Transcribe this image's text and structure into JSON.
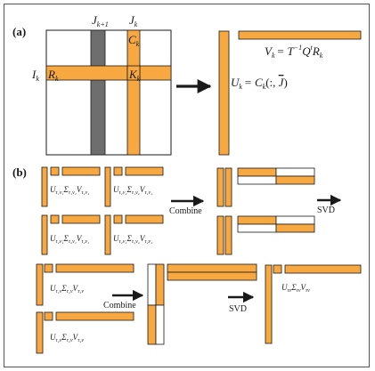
{
  "panel_a": {
    "label": "(a)",
    "col_label_j1": "J",
    "col_label_j1_sub": "k+1",
    "col_label_jk": "J",
    "col_label_jk_sub": "k",
    "cell_label_c": "C",
    "cell_label_c_sub": "k",
    "row_label_i": "I",
    "row_label_i_sub": "k",
    "cell_label_r": "R",
    "cell_label_r_sub": "k",
    "cell_label_k": "K",
    "cell_label_k_sub": "k",
    "eq_v_lhs": "V",
    "eq_v_lhs_sub": "k",
    "eq_v_rhs_t": "= T",
    "eq_v_rhs_t_sup": "−1",
    "eq_v_rhs_q": "Q",
    "eq_v_rhs_q_sup": "t",
    "eq_v_rhs_r": "R",
    "eq_v_rhs_r_sub": "k",
    "eq_u_lhs": "U",
    "eq_u_lhs_sub": "k",
    "eq_u_rhs_c": "= C",
    "eq_u_rhs_c_sub": "k",
    "eq_u_rhs_args": "(:, ",
    "eq_u_rhs_jbar": "J",
    "eq_u_rhs_close": ")"
  },
  "panel_b": {
    "label": "(b)",
    "blocks": [
      {
        "u": "U",
        "u_sub": "τ₁ν₁",
        "s": "Σ",
        "s_sub": "τ₁ν₁",
        "v": "V",
        "v_sub": "τ₁ν₁"
      },
      {
        "u": "U",
        "u_sub": "τ₁ν₂",
        "s": "Σ",
        "s_sub": "τ₁ν₂",
        "v": "V",
        "v_sub": "τ₁ν₂"
      },
      {
        "u": "U",
        "u_sub": "τ₂ν₁",
        "s": "Σ",
        "s_sub": "τ₂ν₁",
        "v": "V",
        "v_sub": "τ₂ν₁"
      },
      {
        "u": "U",
        "u_sub": "τ₂ν₂",
        "s": "Σ",
        "s_sub": "τ₂ν₂",
        "v": "V",
        "v_sub": "τ₂ν₂"
      },
      {
        "u": "U",
        "u_sub": "τ₁ν",
        "s": "Σ",
        "s_sub": "τ₁ν",
        "v": "V",
        "v_sub": "τ₁ν"
      },
      {
        "u": "U",
        "u_sub": "τ₂ν",
        "s": "Σ",
        "s_sub": "τ₂ν",
        "v": "V",
        "v_sub": "τ₂ν"
      },
      {
        "u": "U",
        "u_sub": "τν",
        "s": "Σ",
        "s_sub": "τν",
        "v": "V",
        "v_sub": "τν"
      }
    ],
    "combine_label": "Combine",
    "svd_label": "SVD"
  },
  "colors": {
    "orange": "#f7a840",
    "gray": "#6e6e6e",
    "stroke": "#1a1a1a"
  }
}
